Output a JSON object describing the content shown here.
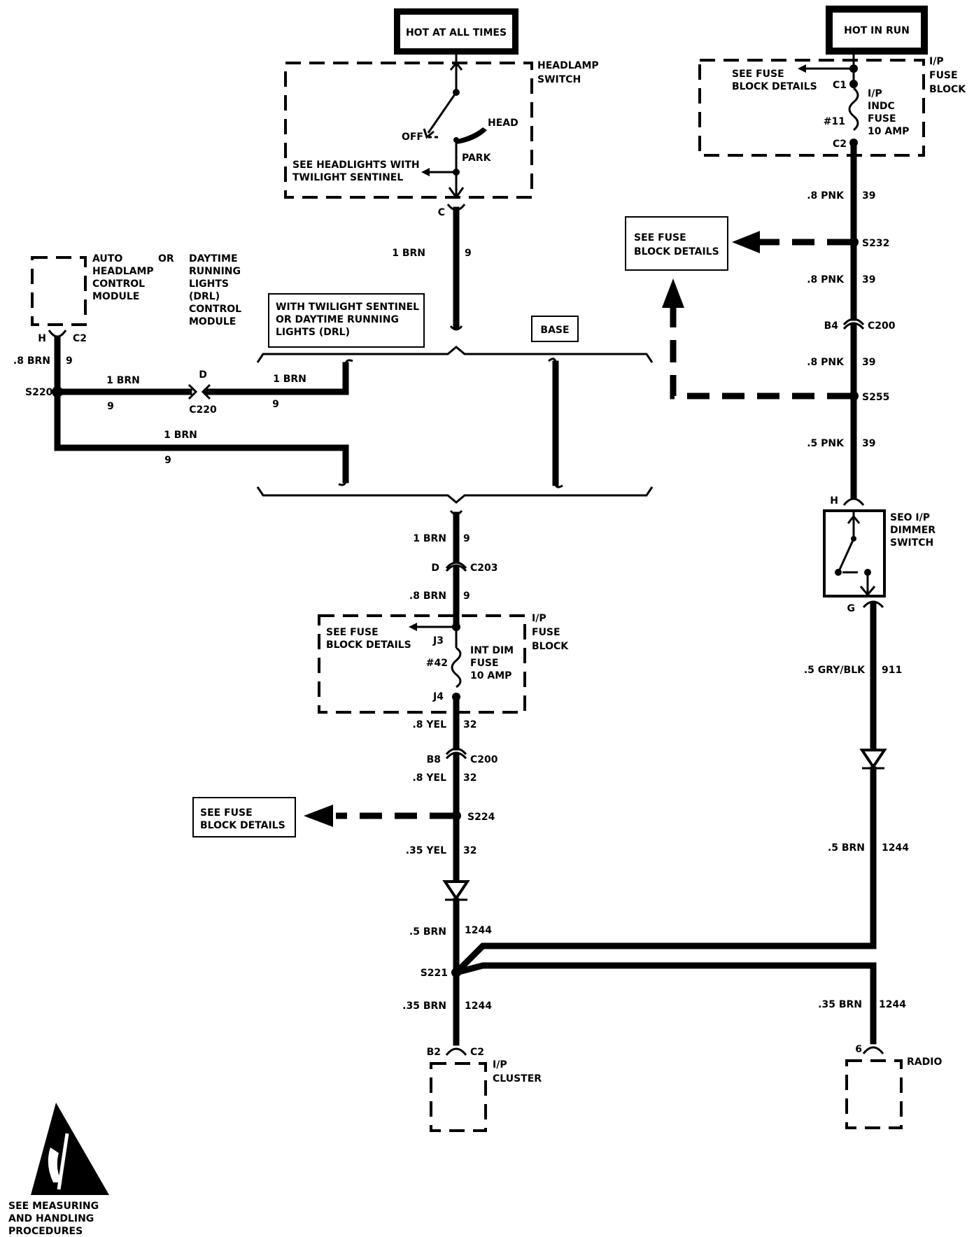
{
  "power": {
    "hot_at_all_times": "HOT AT ALL TIMES",
    "hot_in_run": "HOT IN RUN"
  },
  "headlamp_switch": {
    "label_1": "HEADLAMP",
    "label_2": "SWITCH",
    "off": "OFF",
    "head": "HEAD",
    "park": "PARK",
    "see_1": "SEE HEADLIGHTS WITH",
    "see_2": "TWILIGHT SENTINEL",
    "connector": "C"
  },
  "ip_fuse_block_top": {
    "label_1": "I/P",
    "label_2": "FUSE",
    "label_3": "BLOCK",
    "see_1": "SEE FUSE",
    "see_2": "BLOCK DETAILS",
    "c1": "C1",
    "c2": "C2",
    "fuse_num": "#11",
    "fuse_1": "I/P",
    "fuse_2": "INDC",
    "fuse_3": "FUSE",
    "fuse_4": "10 AMP"
  },
  "modules": {
    "auto_1": "AUTO",
    "auto_2": "HEADLAMP",
    "auto_3": "CONTROL",
    "auto_4": "MODULE",
    "or": "OR",
    "drl_1": "DAYTIME",
    "drl_2": "RUNNING",
    "drl_3": "LIGHTS",
    "drl_4": "(DRL)",
    "drl_5": "CONTROL",
    "drl_6": "MODULE",
    "pin_h": "H",
    "pin_c2": "C2"
  },
  "option_boxes": {
    "twilight_1": "WITH TWILIGHT SENTINEL",
    "twilight_2": "OR DAYTIME RUNNING",
    "twilight_3": "LIGHTS (DRL)",
    "base": "BASE",
    "fuse_1": "SEE FUSE",
    "fuse_2": "BLOCK DETAILS"
  },
  "wires": {
    "brn_1": "1 BRN",
    "brn_08": ".8 BRN",
    "brn_05": ".5 BRN",
    "brn_035": ".35 BRN",
    "c9": "9",
    "pnk_08": ".8 PNK",
    "pnk_05": ".5 PNK",
    "c39": "39",
    "yel_08": ".8 YEL",
    "yel_035": ".35 YEL",
    "c32": "32",
    "gry_blk": ".5 GRY/BLK",
    "c911": "911",
    "c1244": "1244"
  },
  "splices": {
    "s220": "S220",
    "s232": "S232",
    "s255": "S255",
    "s224": "S224",
    "s221": "S221"
  },
  "connectors": {
    "d": "D",
    "c220": "C220",
    "c203": "C203",
    "b4": "B4",
    "c200": "C200",
    "b8": "B8",
    "h": "H",
    "g": "G",
    "b2": "B2",
    "c2": "C2",
    "six": "6"
  },
  "ip_fuse_block_bottom": {
    "label_1": "I/P",
    "label_2": "FUSE",
    "label_3": "BLOCK",
    "see_1": "SEE FUSE",
    "see_2": "BLOCK DETAILS",
    "j3": "J3",
    "j4": "J4",
    "fuse_num": "#42",
    "fuse_1": "INT DIM",
    "fuse_2": "FUSE",
    "fuse_3": "10 AMP"
  },
  "dimmer": {
    "label_1": "SEO I/P",
    "label_2": "DIMMER",
    "label_3": "SWITCH"
  },
  "loads": {
    "cluster_1": "I/P",
    "cluster_2": "CLUSTER",
    "radio": "RADIO"
  },
  "esd": {
    "line_1": "SEE MEASURING",
    "line_2": "AND HANDLING",
    "line_3": "PROCEDURES"
  }
}
